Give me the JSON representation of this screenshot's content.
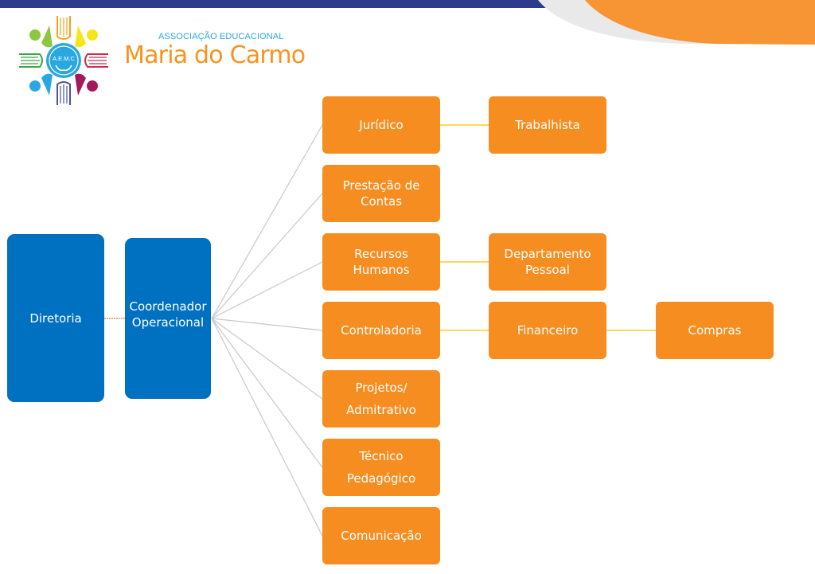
{
  "header": {
    "logo_initials": "A.E.M.C",
    "org_subtitle": "ASSOCIAÇÃO EDUCACIONAL",
    "org_name": "Maria do Carmo"
  },
  "colors": {
    "navy_bar": "#2e3a8c",
    "blue_node": "#0070c0",
    "orange_node": "#f68d20",
    "accent_orange": "#f7931e",
    "gray_connector": "#c8c8c8",
    "yellow_connector": "#ffc000",
    "red_connector": "#e05a20"
  },
  "org_chart": {
    "root": "Diretoria",
    "coordinator": "Coordenador\nOperacional",
    "departments": [
      {
        "label": "Jurídico",
        "children": [
          "Trabalhista"
        ]
      },
      {
        "label": "Prestação de\nContas",
        "children": []
      },
      {
        "label": "Recursos Humanos",
        "children": [
          "Departamento\nPessoal"
        ]
      },
      {
        "label": "Controladoria",
        "children": [
          "Financeiro",
          "Compras"
        ]
      },
      {
        "label": "Projetos/\nAdmitrativo",
        "children": []
      },
      {
        "label": "Técnico\nPedagógico",
        "children": []
      },
      {
        "label": "Comunicação",
        "children": []
      }
    ]
  }
}
